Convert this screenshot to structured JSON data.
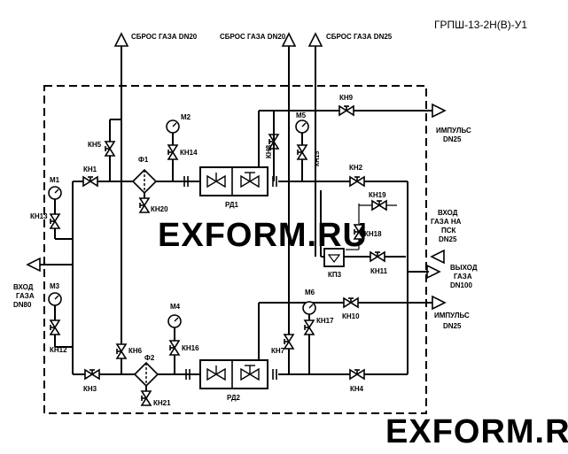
{
  "title": "ГРПШ-13-2Н(В)-У1",
  "watermark": "EXFORM.RU",
  "labels": {
    "vent1": "СБРОС ГАЗА DN20",
    "vent2": "СБРОС ГАЗА DN20",
    "vent3": "СБРОС ГАЗА DN25",
    "impulse_top_1": "ИМПУЛЬС",
    "impulse_top_2": "DN25",
    "impulse_bot_1": "ИМПУЛЬС",
    "impulse_bot_2": "DN25",
    "inlet_1": "ВХОД",
    "inlet_2": "ГАЗА",
    "inlet_3": "DN80",
    "psk_1": "ВХОД",
    "psk_2": "ГАЗА НА",
    "psk_3": "ПСК",
    "psk_4": "DN25",
    "outlet_1": "ВЫХОД",
    "outlet_2": "ГАЗА",
    "outlet_3": "DN100",
    "m1": "M1",
    "m2": "M2",
    "m3": "M3",
    "m4": "M4",
    "m5": "M5",
    "m6": "M6",
    "f1": "Ф1",
    "f2": "Ф2",
    "rd1": "РД1",
    "rd2": "РД2",
    "kp3": "КП3",
    "kn1": "КН1",
    "kn2": "КН2",
    "kn3": "КН3",
    "kn4": "КН4",
    "kn5": "КН5",
    "kn6": "КН6",
    "kn7": "КН7",
    "kn8": "КН8",
    "kn9": "КН9",
    "kn10": "КН10",
    "kn11": "КН11",
    "kn12": "КН12",
    "kn13": "КН13",
    "kn14": "КН14",
    "kn15": "КН15",
    "kn16": "КН16",
    "kn17": "КН17",
    "kn18": "КН18",
    "kn19": "КН19",
    "kn20": "КН20",
    "kn21": "КН21"
  }
}
